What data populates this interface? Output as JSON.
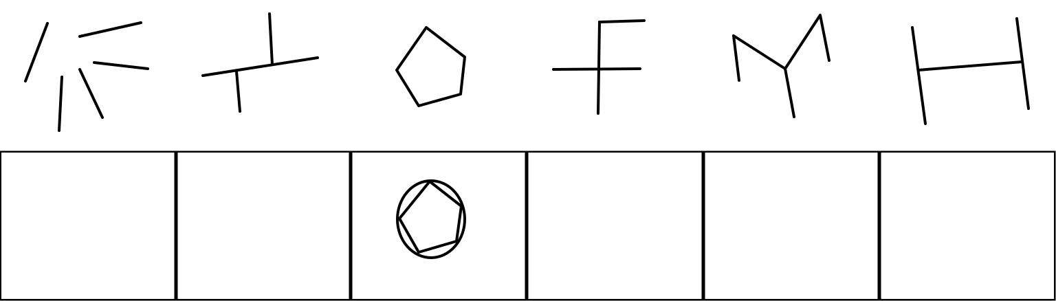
{
  "colors": {
    "background": "#ffffff",
    "ink": "#000000"
  },
  "top_row": {
    "glyphs": [
      {
        "icon": "split-strokes-glyph-icon"
      },
      {
        "icon": "offset-cross-glyph-icon"
      },
      {
        "icon": "pentagon-glyph-icon"
      },
      {
        "icon": "f-shape-glyph-icon"
      },
      {
        "icon": "y-shape-glyph-icon"
      },
      {
        "icon": "h-shape-glyph-icon"
      }
    ]
  },
  "bottom_row": {
    "cells": [
      {
        "state": "empty"
      },
      {
        "state": "empty"
      },
      {
        "state": "filled",
        "icon": "pentagon-in-circle-icon"
      },
      {
        "state": "empty"
      },
      {
        "state": "empty"
      },
      {
        "state": "empty"
      }
    ]
  }
}
